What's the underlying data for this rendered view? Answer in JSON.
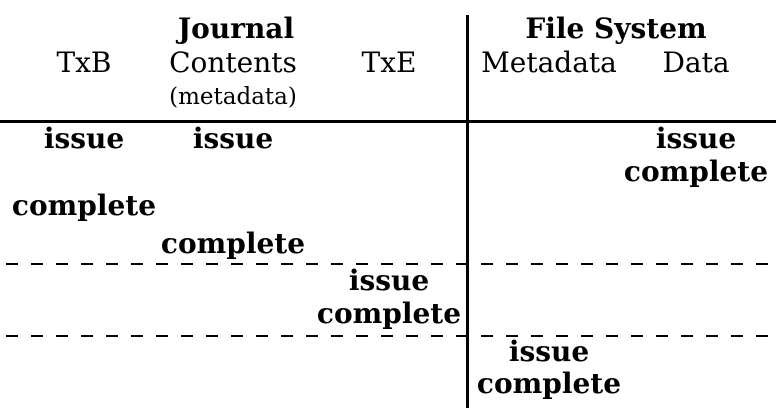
{
  "figure": {
    "groups": {
      "journal": "Journal",
      "file_system": "File System"
    },
    "columns": {
      "txb": "TxB",
      "contents": "Contents",
      "contents_note": "(metadata)",
      "txe": "TxE",
      "metadata": "Metadata",
      "data": "Data"
    },
    "timeline": [
      {
        "col": "txb",
        "row": 1,
        "event": "issue"
      },
      {
        "col": "contents",
        "row": 1,
        "event": "issue"
      },
      {
        "col": "data",
        "row": 1,
        "event": "issue"
      },
      {
        "col": "data",
        "row": 2,
        "event": "complete"
      },
      {
        "col": "txb",
        "row": 3,
        "event": "complete"
      },
      {
        "col": "contents",
        "row": 4,
        "event": "complete"
      },
      {
        "col": "txe",
        "row": 5,
        "event": "issue"
      },
      {
        "col": "txe",
        "row": 6,
        "event": "complete"
      },
      {
        "col": "metadata",
        "row": 7,
        "event": "issue"
      },
      {
        "col": "metadata",
        "row": 8,
        "event": "complete"
      }
    ],
    "colors": {
      "text": "#000000",
      "background": "#ffffff",
      "line": "#000000"
    }
  }
}
